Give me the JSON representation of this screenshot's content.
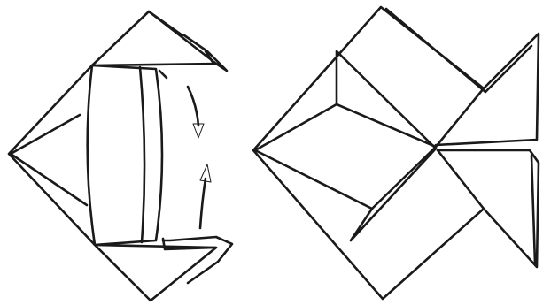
{
  "diagram": {
    "steps": [
      {
        "figure": "folding-step",
        "arrows": [
          {
            "direction": "down"
          },
          {
            "direction": "up"
          }
        ]
      },
      {
        "figure": "finished-fish"
      }
    ],
    "colors": {
      "ink": "#1a1a1a",
      "paper": "#ffffff"
    }
  }
}
